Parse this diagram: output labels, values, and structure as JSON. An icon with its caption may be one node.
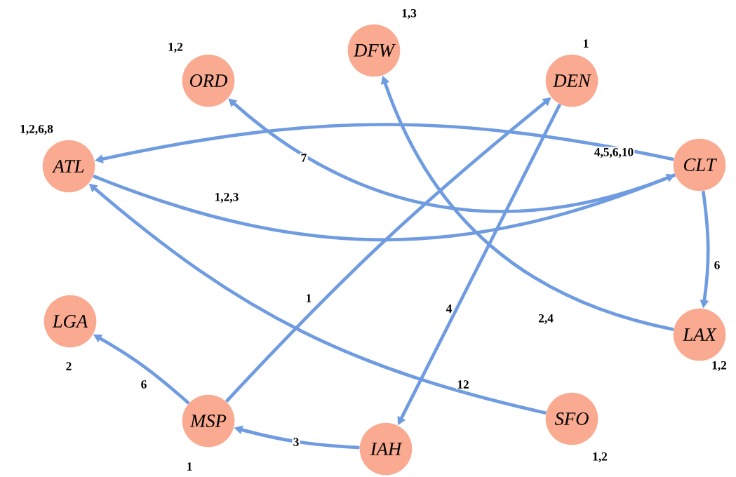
{
  "diagram": {
    "nodes": [
      {
        "text": [
          "DFW"
        ],
        "beside": [
          "1,3"
        ]
      },
      {
        "text": [
          "ORD"
        ],
        "beside": [
          "1,2"
        ]
      },
      {
        "text": [
          "DEN"
        ],
        "beside": [
          "1"
        ]
      },
      {
        "text": [
          "ATL"
        ],
        "beside": [
          "1,2,6,8"
        ]
      },
      {
        "text": [
          "CLT"
        ]
      },
      {
        "text": [
          "LGA"
        ],
        "beside": [
          "2"
        ]
      },
      {
        "text": [
          "LAX"
        ],
        "beside": [
          "1,2"
        ]
      },
      {
        "text": [
          "MSP"
        ],
        "beside": [
          "1"
        ]
      },
      {
        "text": [
          "SFO"
        ],
        "beside": [
          "1,2"
        ]
      },
      {
        "text": [
          "IAH"
        ]
      }
    ],
    "edges": [
      {
        "from": 4,
        "to": 3,
        "arrow": "to",
        "label": "4,5,6,10"
      },
      {
        "from": 4,
        "to": 1,
        "arrow": "to",
        "label": "7"
      },
      {
        "from": 3,
        "to": 4,
        "arrow": "to",
        "label": "1,2,3"
      },
      {
        "from": 7,
        "to": 2,
        "arrow": "to",
        "label": "1"
      },
      {
        "from": 2,
        "to": 9,
        "arrow": "to",
        "label": "4"
      },
      {
        "from": 6,
        "to": 0,
        "arrow": "to",
        "label": "2,4"
      },
      {
        "from": 4,
        "to": 6,
        "arrow": "to",
        "label": "6"
      },
      {
        "from": 8,
        "to": 3,
        "arrow": "to",
        "label": "12"
      },
      {
        "from": 7,
        "to": 5,
        "arrow": "to",
        "label": "6"
      },
      {
        "from": 9,
        "to": 7,
        "arrow": "to",
        "label": "3"
      }
    ]
  }
}
